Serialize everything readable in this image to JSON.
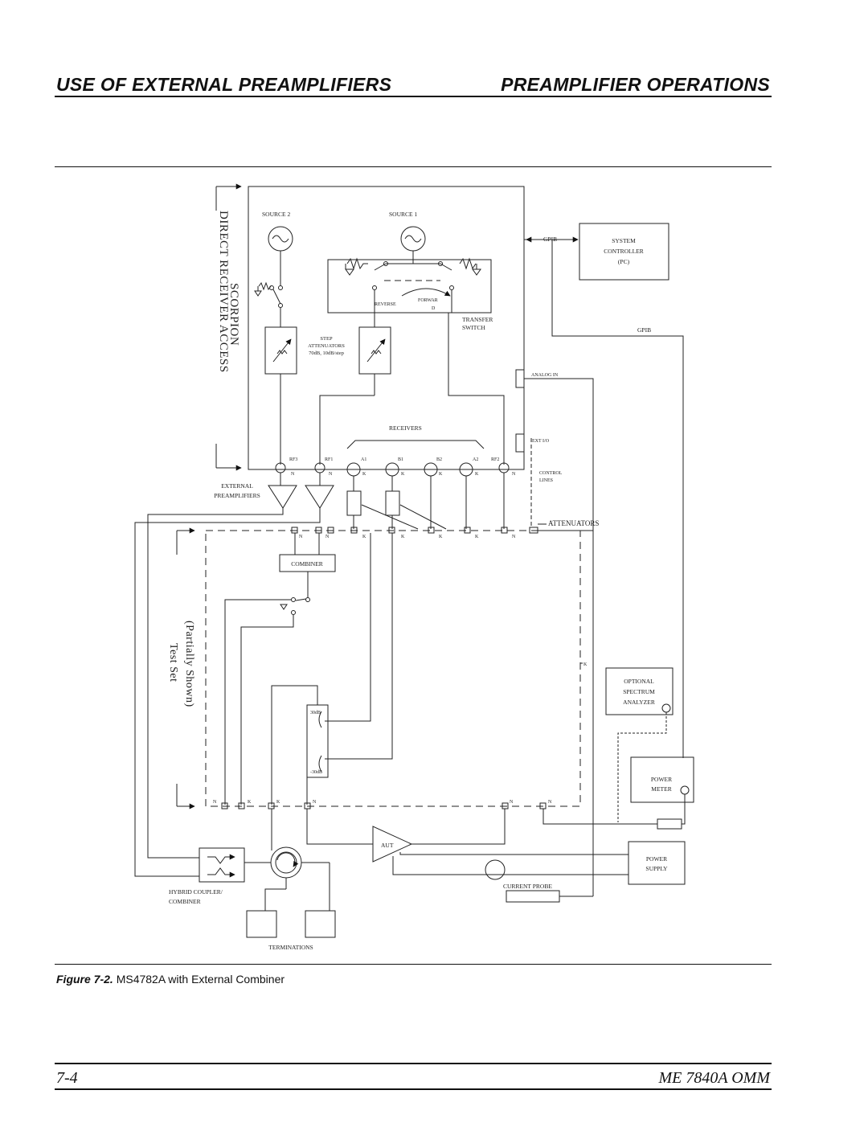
{
  "header": {
    "left_title": "USE OF EXTERNAL PREAMPLIFIERS",
    "right_title": "PREAMPLIFIER  OPERATIONS"
  },
  "diagram": {
    "source2": "SOURCE 2",
    "source1": "SOURCE 1",
    "gpib_top": "GPIB",
    "system_controller": [
      "SYSTEM",
      "CONTROLLER",
      "(PC)"
    ],
    "reverse": "REVERSE",
    "forward_a": "FORWAR",
    "forward_b": "D",
    "transfer_switch": [
      "TRANSFER",
      "SWITCH"
    ],
    "gpib_right": "GPIB",
    "step_attenuators": [
      "STEP",
      "ATTENUATORS",
      "70dB, 10dB/step"
    ],
    "analog_in": "ANALOG IN",
    "direct_receiver_access": "DIRECT RECEIVER ACCESS",
    "scorpion": "SCORPION",
    "receivers": "RECEIVERS",
    "ext_io": "EXT I/O",
    "ports": [
      "RF3",
      "RF1",
      "A1",
      "B1",
      "B2",
      "A2",
      "RF2"
    ],
    "port_types": [
      "N",
      "N",
      "K",
      "K",
      "K",
      "K",
      "N"
    ],
    "control_lines": [
      "CONTROL",
      "LINES"
    ],
    "external_preamplifiers": [
      "EXTERNAL",
      "PREAMPLIFIERS"
    ],
    "attenuators": "ATTENUATORS",
    "atten_types": [
      "N",
      "N",
      "K",
      "K",
      "K",
      "K",
      "N"
    ],
    "combiner": "COMBINER",
    "test_set": "Test Set",
    "partially_shown": "(Partially Shown)",
    "k_right": "K",
    "optional_spectrum_analyzer": [
      "OPTIONAL",
      "SPECTRUM",
      "ANALYZER"
    ],
    "coupler_30db": "30dB",
    "coupler_m30db": "-30dB",
    "power_meter": [
      "POWER",
      "METER"
    ],
    "bottom_port_types": [
      "N",
      "K",
      "K",
      "N",
      "N",
      "N"
    ],
    "aut": "AUT",
    "power_supply": [
      "POWER",
      "SUPPLY"
    ],
    "current_probe": "CURRENT PROBE",
    "hybrid_coupler": [
      "HYBRID COUPLER/",
      "COMBINER"
    ],
    "terminations": "TERMINATIONS"
  },
  "caption": {
    "label": "Figure 7-2.",
    "text": "MS4782A with External Combiner"
  },
  "footer": {
    "page": "7-4",
    "doc": "ME 7840A OMM"
  }
}
